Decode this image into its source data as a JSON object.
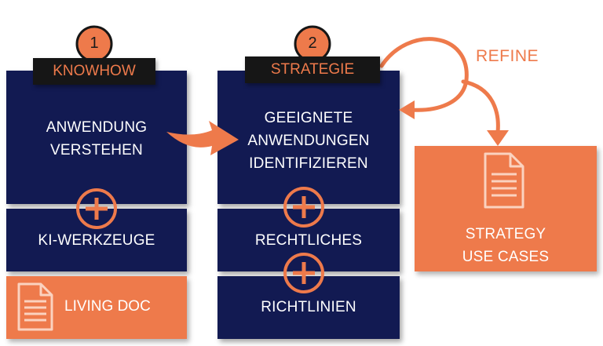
{
  "colors": {
    "navy": "#121a52",
    "orange": "#ee7a4b",
    "black": "#161616",
    "white": "#ffffff"
  },
  "step1": {
    "number": "1",
    "tab": "KNOWHOW",
    "box_main": "ANWENDUNG\nVERSTEHEN",
    "box_tools": "KI-WERKZEUGE",
    "living_doc": "LIVING DOC",
    "icons": [
      "plus-circle-icon",
      "document-icon"
    ]
  },
  "step2": {
    "number": "2",
    "tab": "STRATEGIE",
    "box_main": "GEEIGNETE\nANWENDUNGEN\nIDENTIFIZIEREN",
    "box_legal": "RECHTLICHES",
    "box_guidelines": "RICHTLINIEN",
    "icons": [
      "plus-circle-icon",
      "plus-circle-icon"
    ]
  },
  "refine_label": "REFINE",
  "output": {
    "label": "STRATEGY\nUSE CASES",
    "icon": "document-icon"
  }
}
